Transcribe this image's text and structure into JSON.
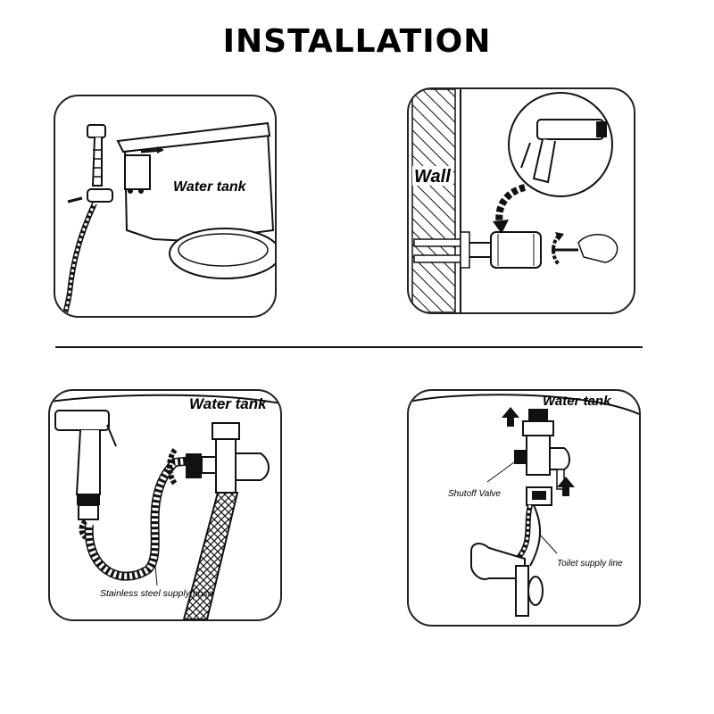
{
  "title": "INSTALLATION",
  "panels": {
    "p1": {
      "label": "Water tank"
    },
    "p2": {
      "label": "Wall"
    },
    "p3": {
      "label": "Water tank",
      "callout": "Stainless steel supply hose"
    },
    "p4": {
      "label": "Water tank",
      "callout_valve": "Shutoff Valve",
      "callout_line": "Toilet supply line"
    }
  }
}
